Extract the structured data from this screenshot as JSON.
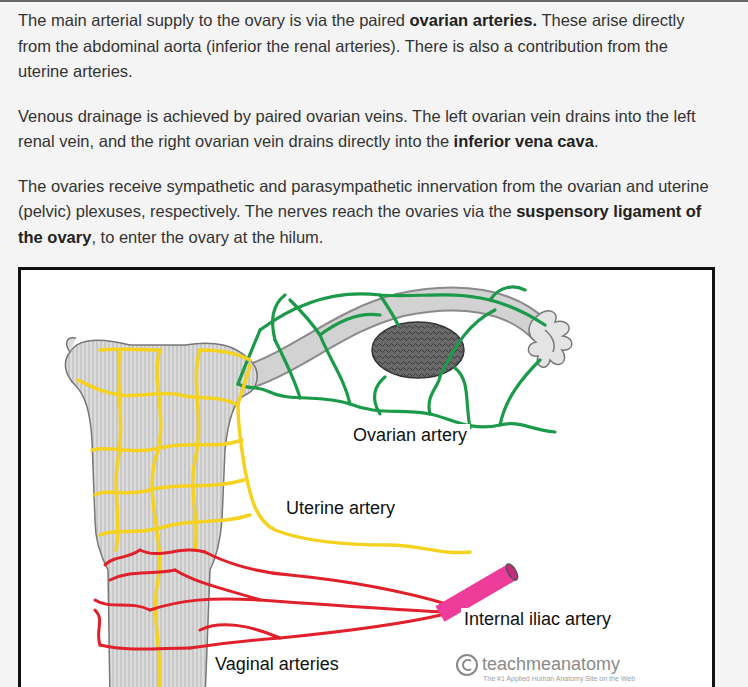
{
  "diagram": {
    "labels": [
      "The main arterial supply to the ovary is via the paired",
      "ovarian arteries.",
      "These arise directly from the abdominal aorta (inferior the renal arteries). There is also a contribution from the uterine arteries.",
      "Venous drainage is achieved by paired ovarian veins. The left ovarian vein drains into the left renal vein, and the right ovarian vein drains directly into the",
      "inferior vena cava",
      ".",
      "The ovaries receive sympathetic and parasympathetic innervation from the ovarian and uterine (pelvic) plexuses, respectively. The nerves reach the ovaries via the",
      "suspensory ligament of the ovary",
      ", to enter the ovary at the hilum.",
      "Ovarian artery",
      "Uterine artery",
      "Internal iliac artery",
      "Vaginal arteries",
      "teachmeanatomy",
      "The #1 Applied Human Anatomy Site on the Web"
    ]
  }
}
